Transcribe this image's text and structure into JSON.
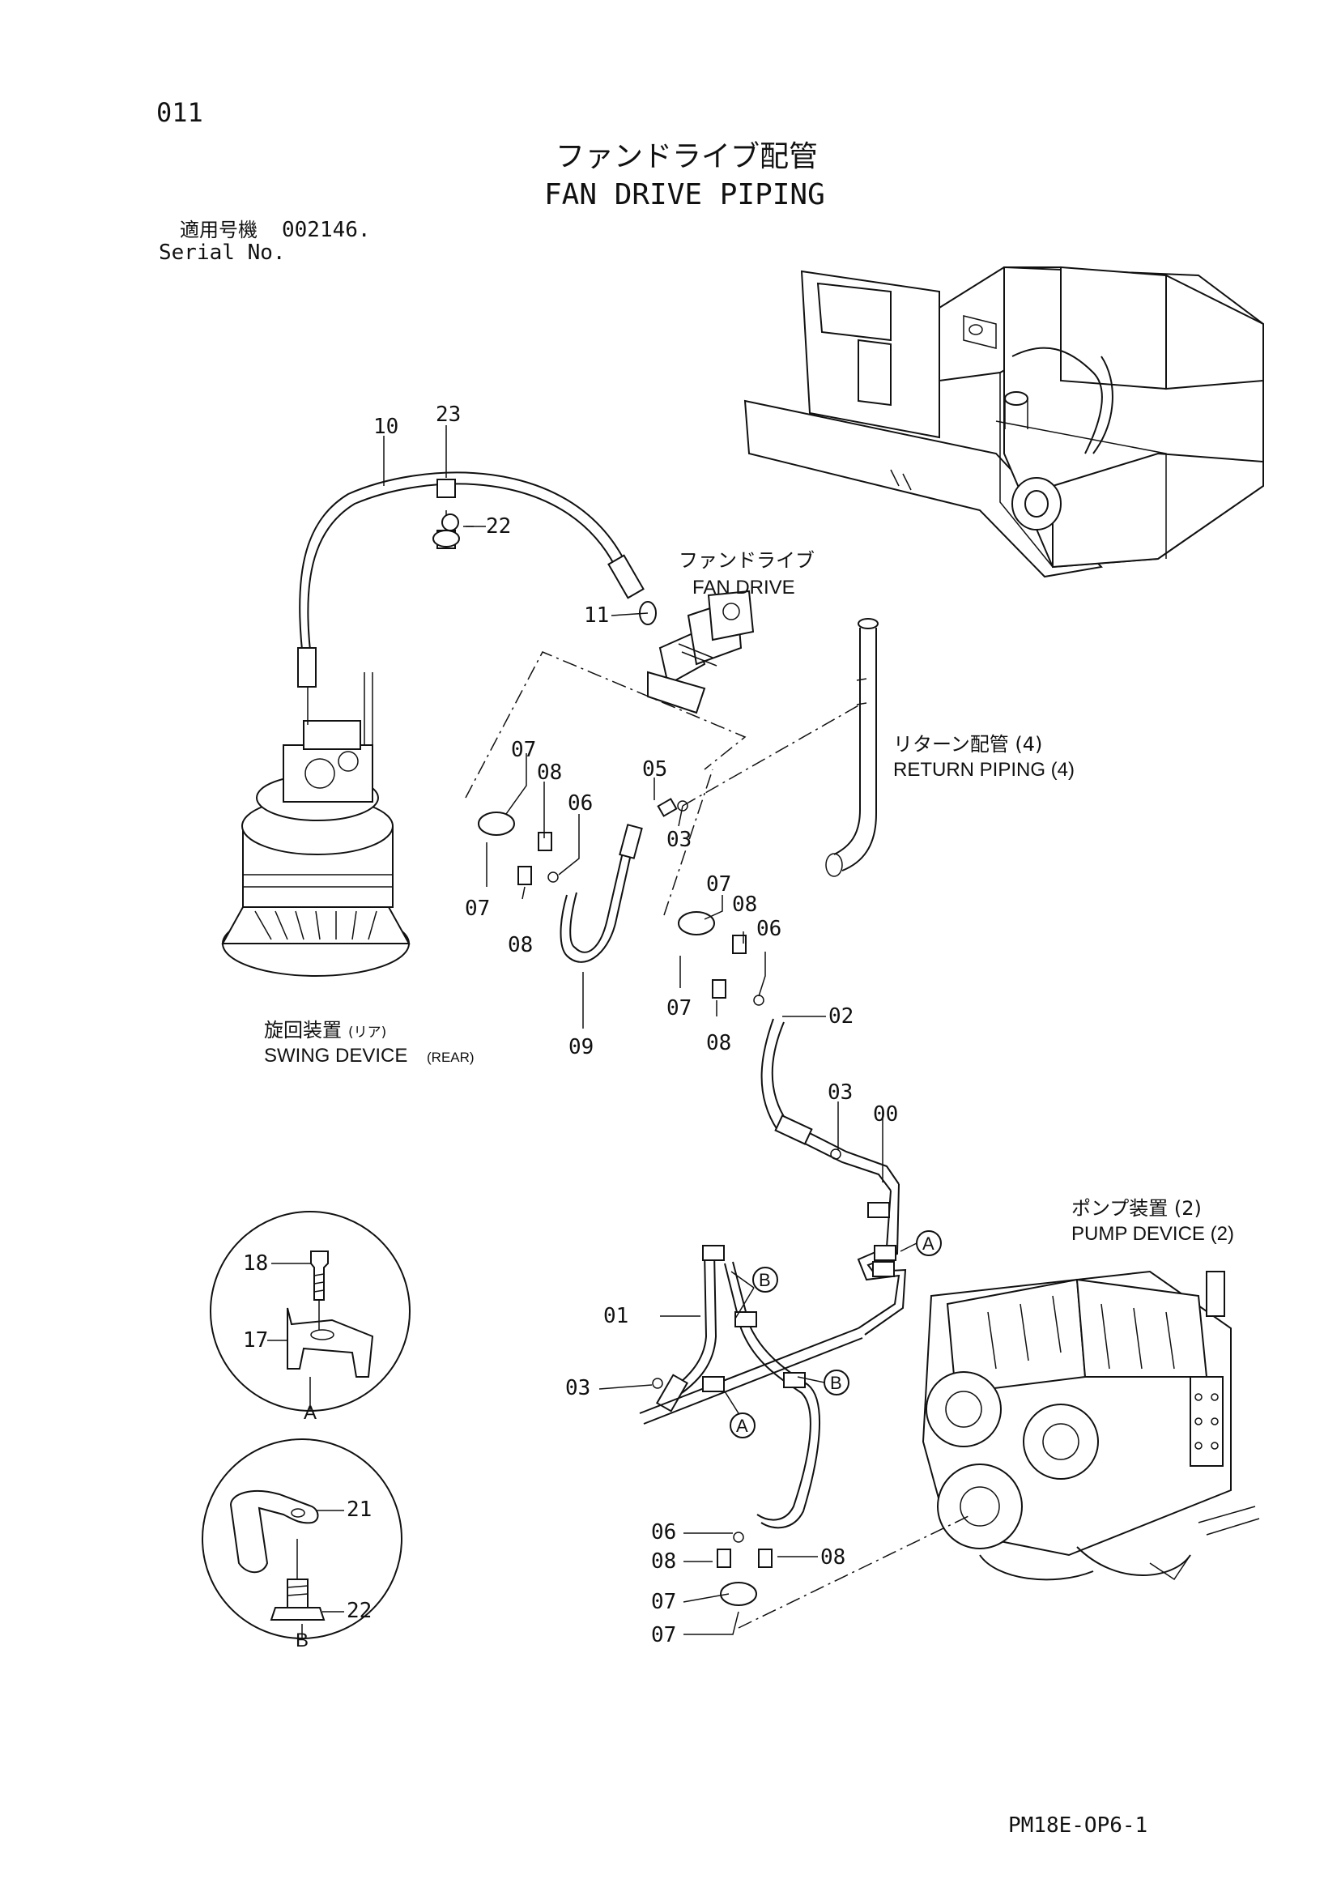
{
  "page_number": "011",
  "title_jp": "ファンドライブ配管",
  "title_en": "FAN DRIVE PIPING",
  "serial": {
    "label_jp": "適用号機",
    "value": "002146.",
    "label_en": "Serial No."
  },
  "assemblies": {
    "fan_drive_jp": "ファンドライブ",
    "fan_drive_en": "FAN DRIVE",
    "return_jp": "リターン配管 (4)",
    "return_en": "RETURN PIPING (4)",
    "swing_jp": "旋回装置",
    "swing_jp_sub": "(リア)",
    "swing_en": "SWING DEVICE",
    "swing_en_sub": "(REAR)",
    "pump_jp": "ポンプ装置 (2)",
    "pump_en": "PUMP DEVICE (2)"
  },
  "callouts": [
    "10",
    "23",
    "22",
    "11",
    "07",
    "08",
    "06",
    "05",
    "03",
    "07",
    "08",
    "09",
    "07",
    "08",
    "06",
    "07",
    "08",
    "02",
    "03",
    "00",
    "01",
    "03",
    "06",
    "08",
    "08",
    "07",
    "07",
    "18",
    "17",
    "21",
    "22"
  ],
  "circle_markers": [
    "A",
    "B",
    "B",
    "A",
    "A",
    "B"
  ],
  "detail_views": [
    "A",
    "B"
  ],
  "doc_code": "PM18E-OP6-1"
}
